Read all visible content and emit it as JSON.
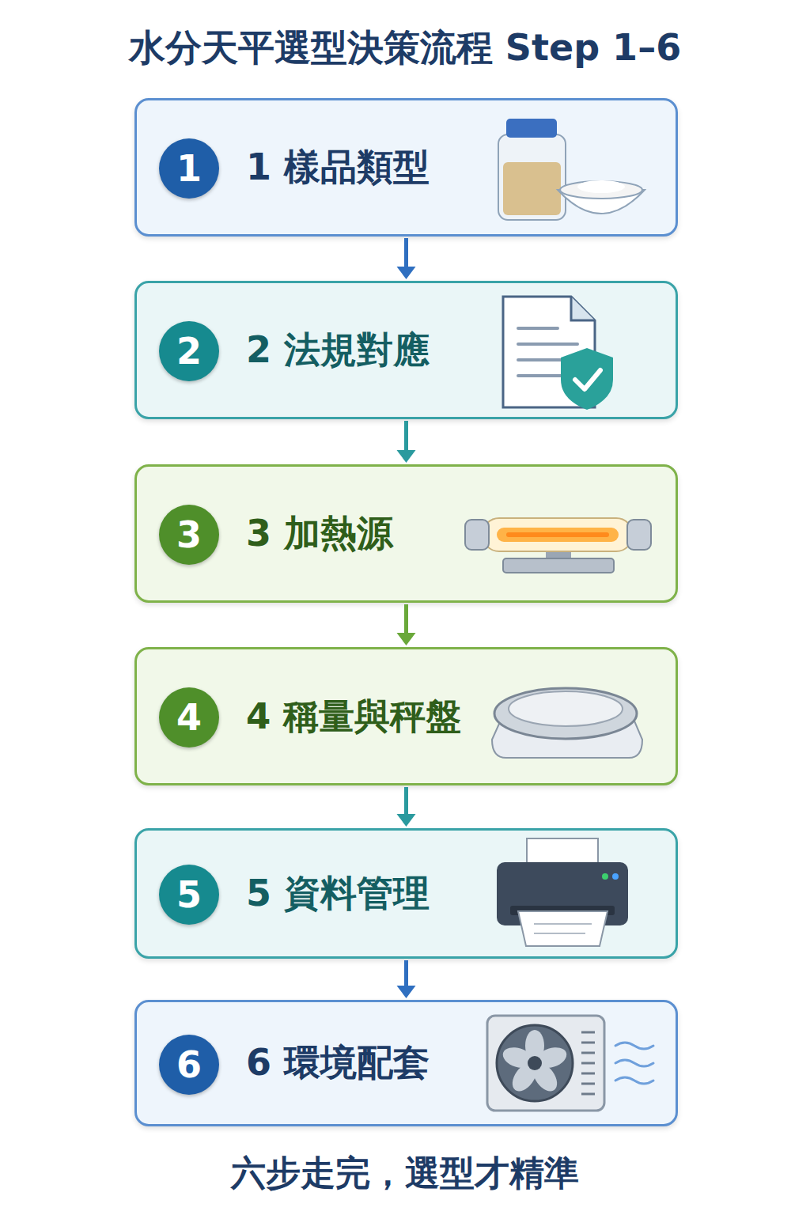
{
  "diagram": {
    "title": "水分天平選型決策流程 Step 1–6",
    "caption": "六步走完，選型才精準",
    "nodes": [
      {
        "text": [
          "1 樣品類型"
        ]
      },
      {
        "text": [
          "1"
        ],
        "in": 0
      },
      {
        "text": [
          "2 法規對應"
        ]
      },
      {
        "text": [
          "2"
        ],
        "in": 2
      },
      {
        "text": [
          "3 加熱源"
        ]
      },
      {
        "text": [
          "3"
        ],
        "in": 4
      },
      {
        "text": [
          "4 稱量與秤盤"
        ]
      },
      {
        "text": [
          "4"
        ],
        "in": 6
      },
      {
        "text": [
          "5 資料管理"
        ]
      },
      {
        "text": [
          "5"
        ],
        "in": 8
      },
      {
        "text": [
          "6 環境配套"
        ]
      },
      {
        "text": [
          "6"
        ],
        "in": 10
      }
    ],
    "edges": [
      {
        "from": 0,
        "to": 2,
        "arrow": "to"
      },
      {
        "from": 2,
        "to": 4,
        "arrow": "to"
      },
      {
        "from": 4,
        "to": 6,
        "arrow": "to"
      },
      {
        "from": 6,
        "to": 8,
        "arrow": "to"
      },
      {
        "from": 8,
        "to": 10,
        "arrow": "to"
      }
    ]
  }
}
